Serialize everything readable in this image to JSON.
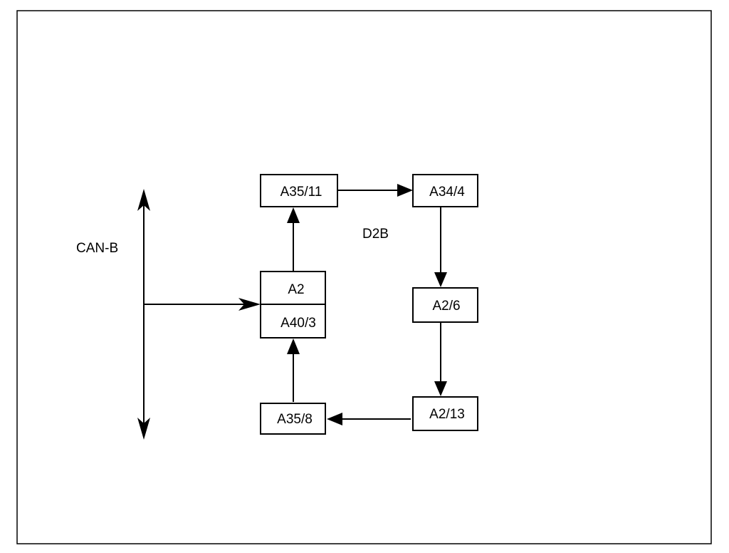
{
  "diagram": {
    "bus_label": "CAN-B",
    "ring_label": "D2B",
    "nodes": {
      "a35_11": "A35/11",
      "a34_4": "A34/4",
      "a2": "A2",
      "a40_3": "A40/3",
      "a2_6": "A2/6",
      "a2_13": "A2/13",
      "a35_8": "A35/8"
    }
  },
  "colors": {
    "line": "#000000",
    "background": "#ffffff"
  }
}
